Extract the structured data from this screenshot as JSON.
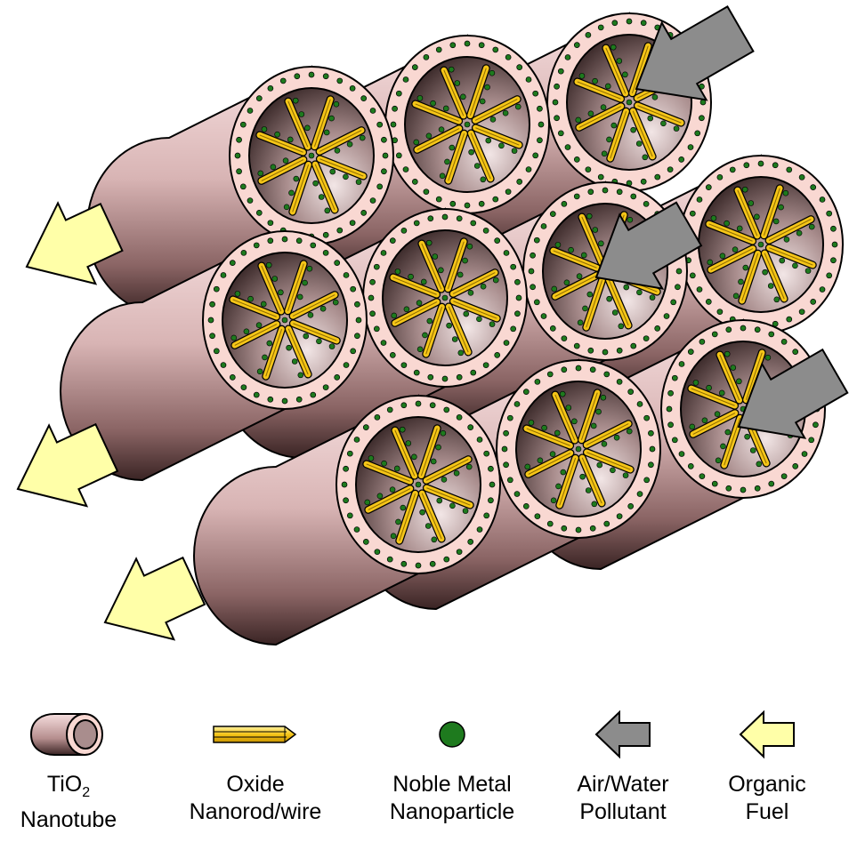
{
  "legend": {
    "nanotube": {
      "line1": "TiO",
      "subscript": "2",
      "line2": "Nanotube"
    },
    "nanorod": {
      "line1": "Oxide",
      "line2": "Nanorod/wire"
    },
    "nanoparticle": {
      "line1": "Noble Metal",
      "line2": "Nanoparticle"
    },
    "pollutant": {
      "line1": "Air/Water",
      "line2": "Pollutant"
    },
    "fuel": {
      "line1": "Organic",
      "line2": "Fuel"
    }
  },
  "colors": {
    "tube_wall": "#f9d8d2",
    "tube_dark": "#3a2424",
    "nanorod": "#f5c518",
    "particle": "#1e7a1e",
    "pollutant_arrow": "#8c8c8c",
    "fuel_arrow": "#ffffa8"
  }
}
